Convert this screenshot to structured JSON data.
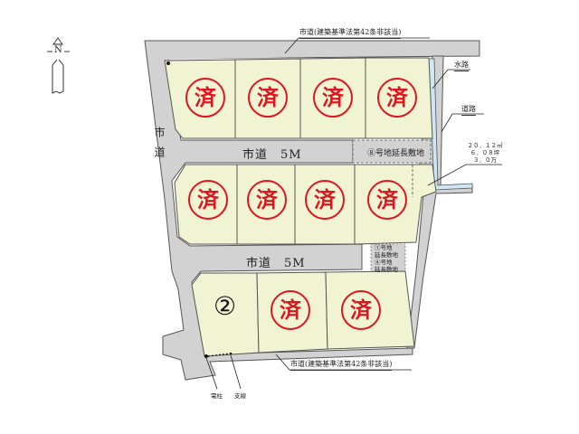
{
  "colors": {
    "lot_fill": "#f0f4d2",
    "road_fill": "#d2d2d2",
    "outline": "#555555",
    "sold_red": "#e0141e",
    "water_blue": "#cfe6f5"
  },
  "compass": {
    "label": "N",
    "icon": "north-arrow-icon"
  },
  "roads": {
    "top_road_label": "市道(建築基準法第42条非該当)",
    "bottom_road_label": "市道(建築基準法第42条非該当)",
    "left_road_label": "市道",
    "middle_road_1_label": "市道　5M",
    "middle_road_2_label": "市道　5M",
    "waterway_label": "水路",
    "side_road_label": "道路",
    "extension_lot_label": "⑧号地延長敷地",
    "extension_small_1": "①号地",
    "extension_small_2": "延長敷地",
    "extension_small_3": "④号地",
    "extension_small_4": "延長敷地"
  },
  "area_note": {
    "line1": "２０．１２㎡",
    "line2": "６．０８坪",
    "line3": "３．０万"
  },
  "utility_labels": {
    "pole": "電柱",
    "guy_wire": "支線"
  },
  "lots": [
    {
      "id": "row1-1",
      "status": "sold",
      "mark": "済"
    },
    {
      "id": "row1-2",
      "status": "sold",
      "mark": "済"
    },
    {
      "id": "row1-3",
      "status": "sold",
      "mark": "済"
    },
    {
      "id": "row1-4",
      "status": "sold",
      "mark": "済"
    },
    {
      "id": "row2-1",
      "status": "sold",
      "mark": "済"
    },
    {
      "id": "row2-2",
      "status": "sold",
      "mark": "済"
    },
    {
      "id": "row2-3",
      "status": "sold",
      "mark": "済"
    },
    {
      "id": "row2-4",
      "status": "sold",
      "mark": "済"
    },
    {
      "id": "row3-1",
      "status": "available",
      "mark": "②"
    },
    {
      "id": "row3-2",
      "status": "sold",
      "mark": "済"
    },
    {
      "id": "row3-3",
      "status": "sold",
      "mark": "済"
    }
  ]
}
